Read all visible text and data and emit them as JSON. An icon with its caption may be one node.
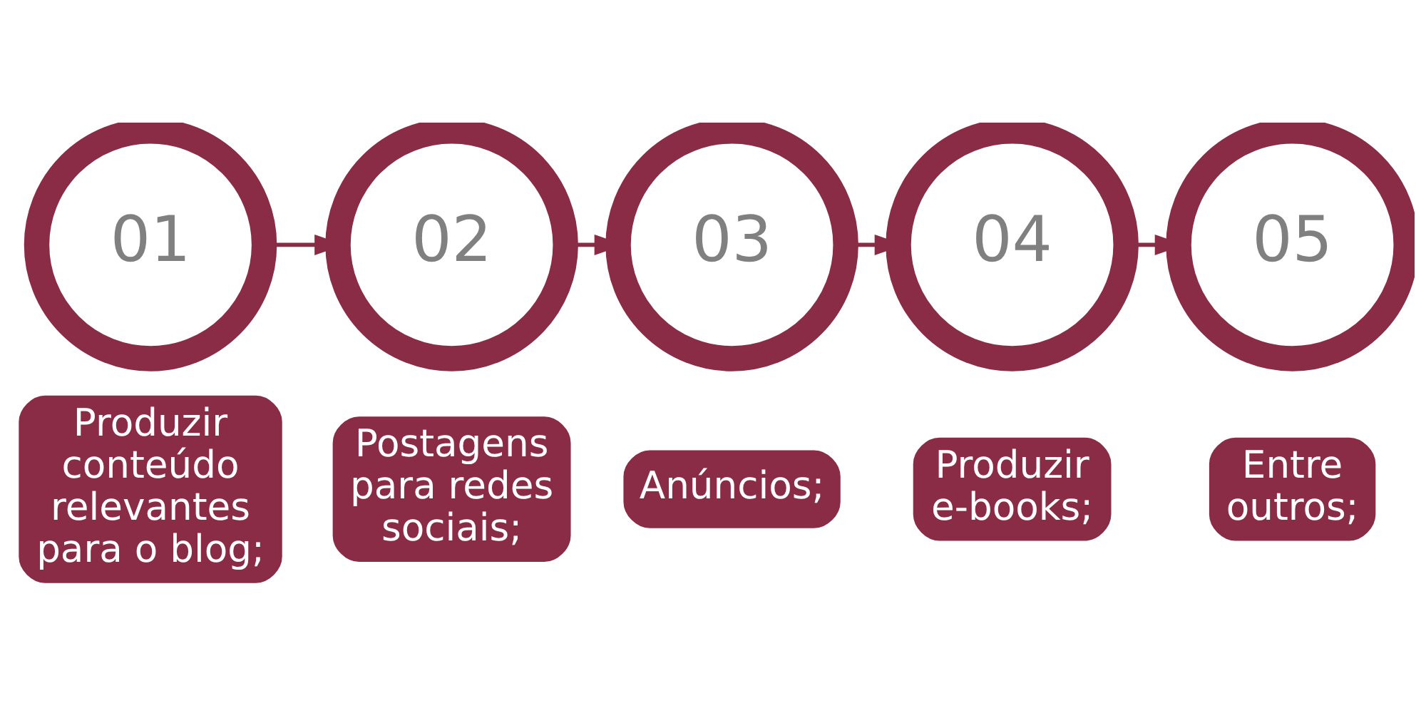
{
  "diagram": {
    "nodes": [
      {
        "text": [
          "01"
        ],
        "beside": [
          "Produzir conteúdo relevantes para o blog;"
        ]
      },
      {
        "text": [
          "02"
        ],
        "beside": [
          "Postagens para redes sociais;"
        ]
      },
      {
        "text": [
          "03"
        ],
        "beside": [
          "Anúncios;"
        ]
      },
      {
        "text": [
          "04"
        ],
        "beside": [
          "Produzir e-books;"
        ]
      },
      {
        "text": [
          "05"
        ],
        "beside": [
          "Entre outros;"
        ]
      }
    ],
    "edges": [
      {
        "from": 0,
        "to": 1,
        "arrow": "to"
      },
      {
        "from": 1,
        "to": 2,
        "arrow": "to"
      },
      {
        "from": 2,
        "to": 3,
        "arrow": "to"
      },
      {
        "from": 3,
        "to": 4,
        "arrow": "to"
      }
    ]
  }
}
